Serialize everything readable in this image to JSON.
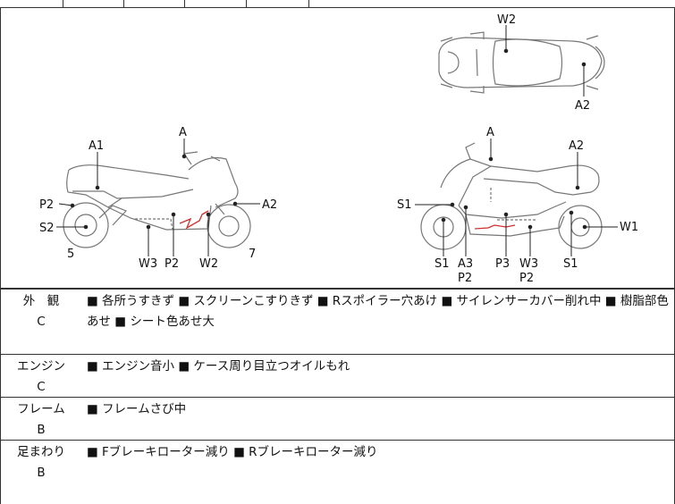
{
  "diagram": {
    "top_view": {
      "w2": "W2",
      "a2": "A2"
    },
    "left_view": {
      "a1": "A1",
      "a": "A",
      "p2_left": "P2",
      "s2": "S2",
      "a2": "A2",
      "num5": "5",
      "w3": "W3",
      "p2_bottom": "P2",
      "w2": "W2",
      "num7": "7"
    },
    "right_view": {
      "a": "A",
      "a2": "A2",
      "s1_left": "S1",
      "w1": "W1",
      "s1_b1": "S1",
      "a3": "A3",
      "p2_a": "P2",
      "p3": "P3",
      "w3": "W3",
      "p2_b": "P2",
      "s1_b2": "S1"
    }
  },
  "rows": [
    {
      "category": "外　観",
      "grade": "C",
      "items": "■ 各所うすきず ■ スクリーンこすりきず ■ Rスポイラー穴あけ ■ サイレンサーカバー削れ中 ■ 樹脂部色あせ ■ シート色あせ大"
    },
    {
      "category": "エンジン",
      "grade": "C",
      "items": "■ エンジン音小 ■ ケース周り目立つオイルもれ"
    },
    {
      "category": "フレーム",
      "grade": "B",
      "items": "■ フレームさび中"
    },
    {
      "category": "足まわり",
      "grade": "B",
      "items": "■ Fブレーキローター減り ■ Rブレーキローター減り"
    }
  ]
}
